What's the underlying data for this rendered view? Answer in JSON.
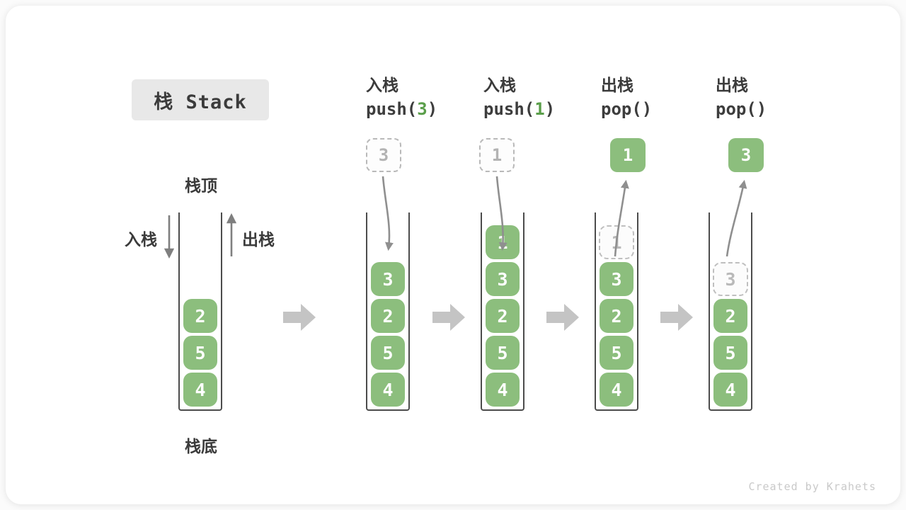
{
  "title_box": "栈 Stack",
  "legend": {
    "stack_top": "栈顶",
    "stack_bottom": "栈底",
    "push_side_label": "入栈",
    "pop_side_label": "出栈"
  },
  "colors": {
    "cell_green": "#8cbe7d",
    "code_arg_green": "#5a9e4a",
    "container_stroke": "#4c4c4c",
    "ghost_gray": "#bfbfbf",
    "flow_arrow_gray": "#c4c4c4",
    "curve_arrow_gray": "#8f8f8f",
    "title_box_bg": "#e8e8e8",
    "text_dark": "#3b3b3b"
  },
  "columns": [
    {
      "name": "initial",
      "cells": [
        {
          "value": "2",
          "ghost": false
        },
        {
          "value": "5",
          "ghost": false
        },
        {
          "value": "4",
          "ghost": false
        }
      ]
    },
    {
      "name": "push-3",
      "op_cn": "入栈",
      "code": {
        "pre": "push(",
        "arg": "3",
        "post": ")"
      },
      "float_value": "3",
      "float_style": "dashed",
      "cells": [
        {
          "value": "3",
          "ghost": false
        },
        {
          "value": "2",
          "ghost": false
        },
        {
          "value": "5",
          "ghost": false
        },
        {
          "value": "4",
          "ghost": false
        }
      ]
    },
    {
      "name": "push-1",
      "op_cn": "入栈",
      "code": {
        "pre": "push(",
        "arg": "1",
        "post": ")"
      },
      "float_value": "1",
      "float_style": "dashed",
      "cells": [
        {
          "value": "1",
          "ghost": false
        },
        {
          "value": "3",
          "ghost": false
        },
        {
          "value": "2",
          "ghost": false
        },
        {
          "value": "5",
          "ghost": false
        },
        {
          "value": "4",
          "ghost": false
        }
      ]
    },
    {
      "name": "pop-1",
      "op_cn": "出栈",
      "code": {
        "pre": "pop()",
        "arg": "",
        "post": ""
      },
      "float_value": "1",
      "float_style": "solid",
      "cells": [
        {
          "value": "1",
          "ghost": true
        },
        {
          "value": "3",
          "ghost": false
        },
        {
          "value": "2",
          "ghost": false
        },
        {
          "value": "5",
          "ghost": false
        },
        {
          "value": "4",
          "ghost": false
        }
      ]
    },
    {
      "name": "pop-2",
      "op_cn": "出栈",
      "code": {
        "pre": "pop()",
        "arg": "",
        "post": ""
      },
      "float_value": "3",
      "float_style": "solid",
      "cells": [
        {
          "value": "3",
          "ghost": true
        },
        {
          "value": "2",
          "ghost": false
        },
        {
          "value": "5",
          "ghost": false
        },
        {
          "value": "4",
          "ghost": false
        }
      ]
    }
  ],
  "watermark": "Created by Krahets"
}
